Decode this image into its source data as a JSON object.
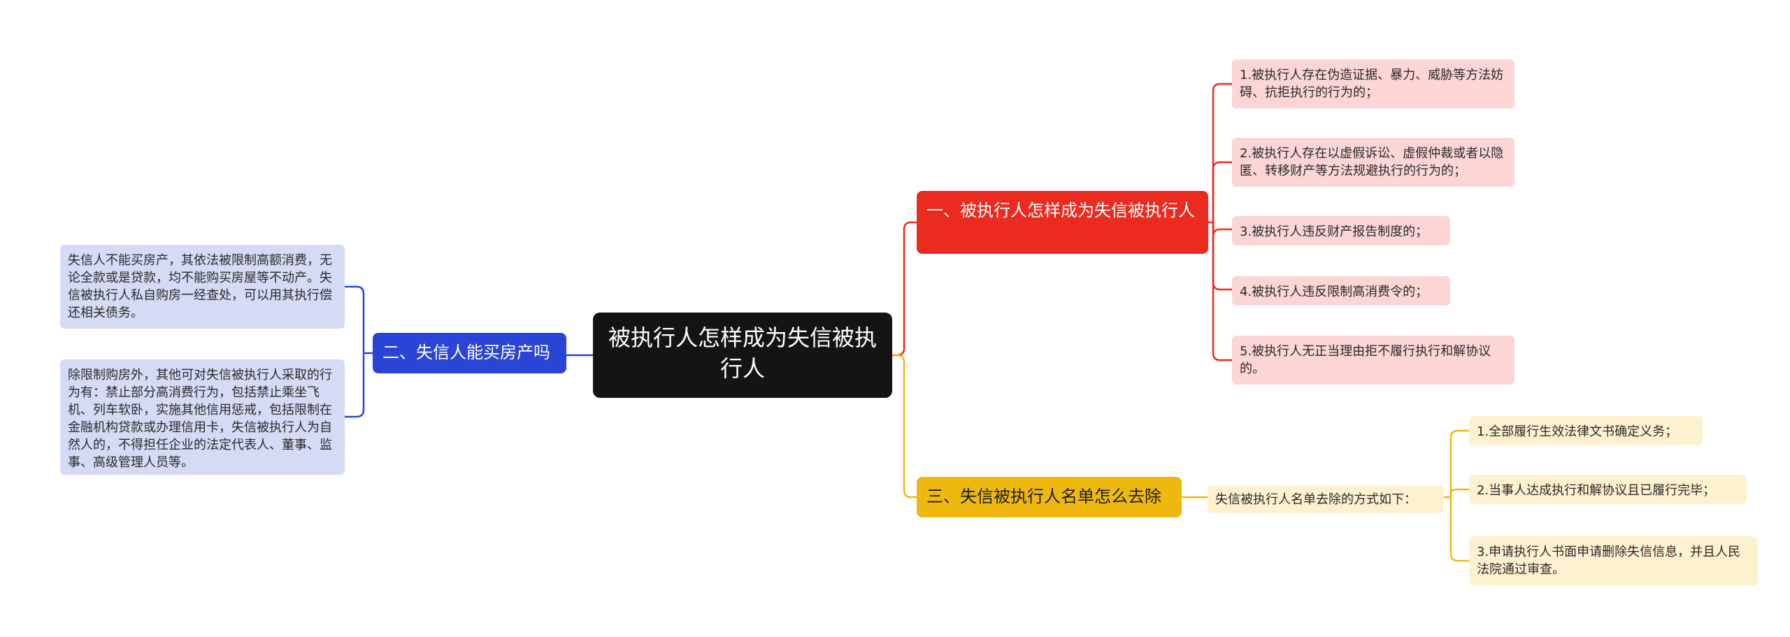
{
  "root": {
    "label": "被执行人怎样成为失信被执行人"
  },
  "branch1": {
    "label": "一、被执行人怎样成为失信被执行人",
    "color": "#eb2b1f",
    "children": [
      "1.被执行人存在伪造证据、暴力、威胁等方法妨碍、抗拒执行的行为的；",
      "2.被执行人存在以虚假诉讼、虚假仲裁或者以隐匿、转移财产等方法规避执行的行为的；",
      "3.被执行人违反财产报告制度的；",
      "4.被执行人违反限制高消费令的；",
      "5.被执行人无正当理由拒不履行执行和解协议的。"
    ]
  },
  "branch2": {
    "label": "二、失信人能买房产吗",
    "color": "#2a45d6",
    "children": [
      "失信人不能买房产，其依法被限制高额消费，无论全款或是贷款，均不能购买房屋等不动产。失信被执行人私自购房一经查处，可以用其执行偿还相关债务。",
      "除限制购房外，其他可对失信被执行人采取的行为有：禁止部分高消费行为，包括禁止乘坐飞机、列车软卧，实施其他信用惩戒，包括限制在金融机构贷款或办理信用卡，失信被执行人为自然人的，不得担任企业的法定代表人、董事、监事、高级管理人员等。"
    ]
  },
  "branch3": {
    "label": "三、失信被执行人名单怎么去除",
    "color": "#eeb80e",
    "sub": "失信被执行人名单去除的方式如下：",
    "children": [
      "1.全部履行生效法律文书确定义务；",
      "2.当事人达成执行和解协议且已履行完毕；",
      "3.申请执行人书面申请删除失信信息，并且人民法院通过审查。"
    ]
  }
}
